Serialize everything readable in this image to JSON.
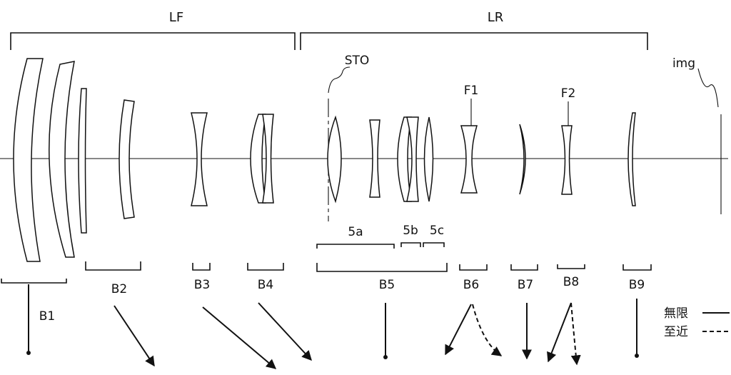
{
  "groups": {
    "front": "LF",
    "rear": "LR"
  },
  "stop": "STO",
  "image_plane": "img",
  "flares": {
    "f1": "F1",
    "f2": "F2"
  },
  "sub_blocks": {
    "a": "5a",
    "b": "5b",
    "c": "5c"
  },
  "blocks": {
    "b1": "B1",
    "b2": "B2",
    "b3": "B3",
    "b4": "B4",
    "b5": "B5",
    "b6": "B6",
    "b7": "B7",
    "b8": "B8",
    "b9": "B9"
  },
  "legend": {
    "infinity": "無限",
    "closest": "至近"
  }
}
